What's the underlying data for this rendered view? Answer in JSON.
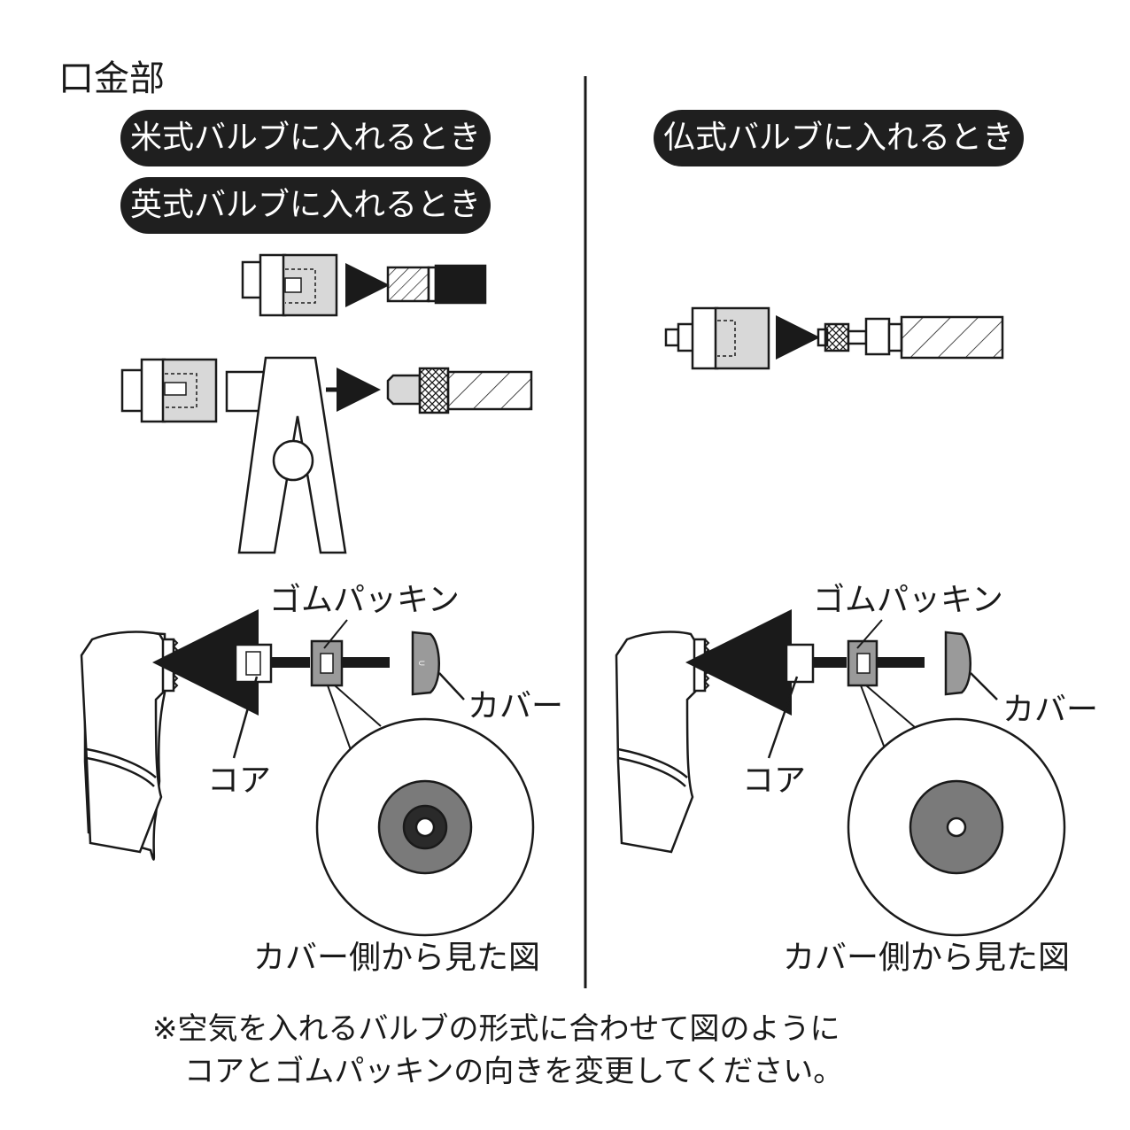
{
  "title": "口金部",
  "left": {
    "pill_us": "米式バルブに入れるとき",
    "pill_uk": "英式バルブに入れるとき",
    "label_packing": "ゴムパッキン",
    "label_cover": "カバー",
    "label_core": "コア",
    "label_view": "カバー側から見た図"
  },
  "right": {
    "pill_fr": "仏式バルブに入れるとき",
    "label_packing": "ゴムパッキン",
    "label_cover": "カバー",
    "label_core": "コア",
    "label_view": "カバー側から見た図"
  },
  "note": {
    "line1": "※空気を入れるバルブの形式に合わせて図のように",
    "line2": "コアとゴムパッキンの向きを変更してください。"
  },
  "colors": {
    "ink": "#1a1a1a",
    "pill": "#1f1f1f",
    "gray_part": "#d8d8d8",
    "gray_packing": "#9a9a9a",
    "disc": "#7a7a7a"
  }
}
